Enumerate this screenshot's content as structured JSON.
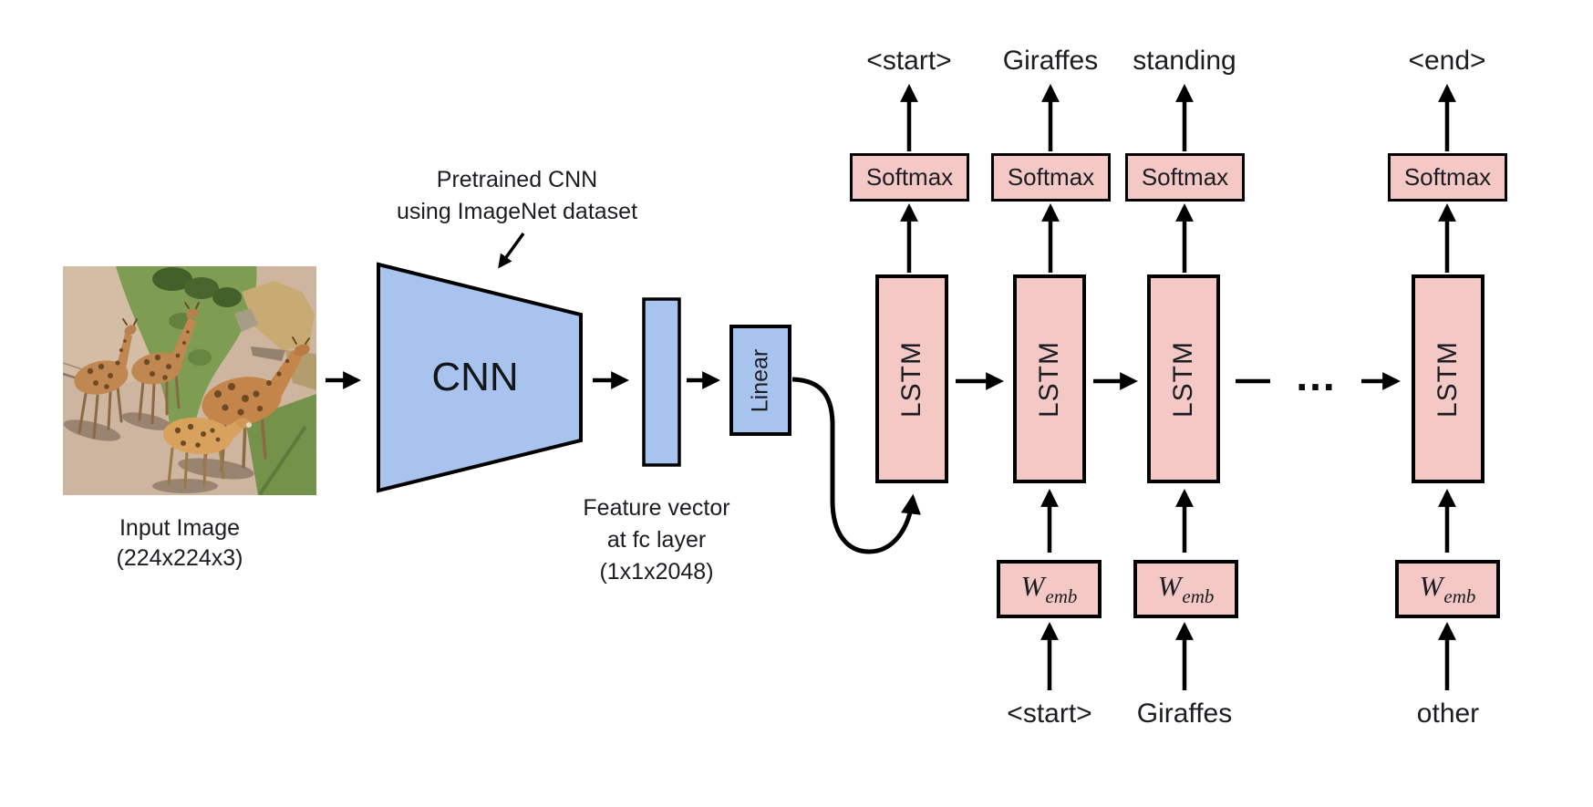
{
  "colors": {
    "blue": "#a8c4ee",
    "pink": "#f3c8c5",
    "stroke": "#000000",
    "text": "#1b1d22"
  },
  "input": {
    "caption_line1": "Input Image",
    "caption_line2": "(224x224x3)"
  },
  "cnn": {
    "box_label": "CNN",
    "annotation_line1": "Pretrained CNN",
    "annotation_line2": "using ImageNet dataset"
  },
  "feature": {
    "caption_line1": "Feature vector",
    "caption_line2": "at fc layer",
    "caption_line3": "(1x1x2048)"
  },
  "linear": {
    "label": "Linear"
  },
  "decoder": {
    "lstm_label": "LSTM",
    "softmax_label": "Softmax",
    "wemb_base": "W",
    "wemb_sub": "emb",
    "ellipsis": "...",
    "columns": [
      {
        "output_word": "<start>",
        "input_word": ""
      },
      {
        "output_word": "Giraffes",
        "input_word": "<start>"
      },
      {
        "output_word": "standing",
        "input_word": "Giraffes"
      },
      {
        "output_word": "<end>",
        "input_word": "other"
      }
    ]
  }
}
